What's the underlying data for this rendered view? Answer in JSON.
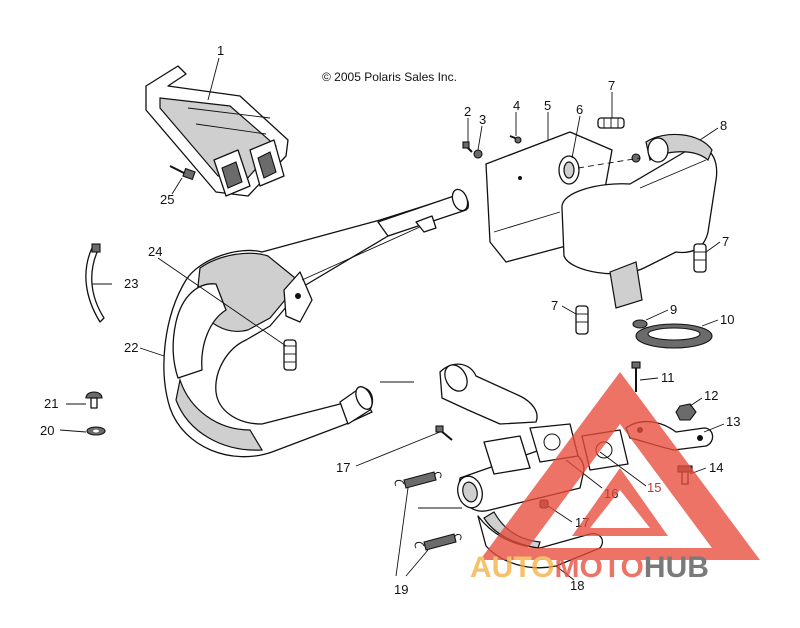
{
  "copyright": "© 2005 Polaris Sales Inc.",
  "callouts": [
    "1",
    "2",
    "3",
    "4",
    "5",
    "6",
    "7",
    "8",
    "7",
    "7",
    "9",
    "10",
    "11",
    "12",
    "13",
    "14",
    "15",
    "16",
    "17",
    "17",
    "18",
    "19",
    "20",
    "21",
    "22",
    "23",
    "24",
    "25"
  ],
  "watermark": {
    "part1": "AUTO",
    "part2": "MOTO",
    "part3": "HUB",
    "color_part1": "#f5b041",
    "color_part2": "#e74c3c",
    "color_part3": "#555555",
    "triangle_color": "#e74c3c"
  }
}
